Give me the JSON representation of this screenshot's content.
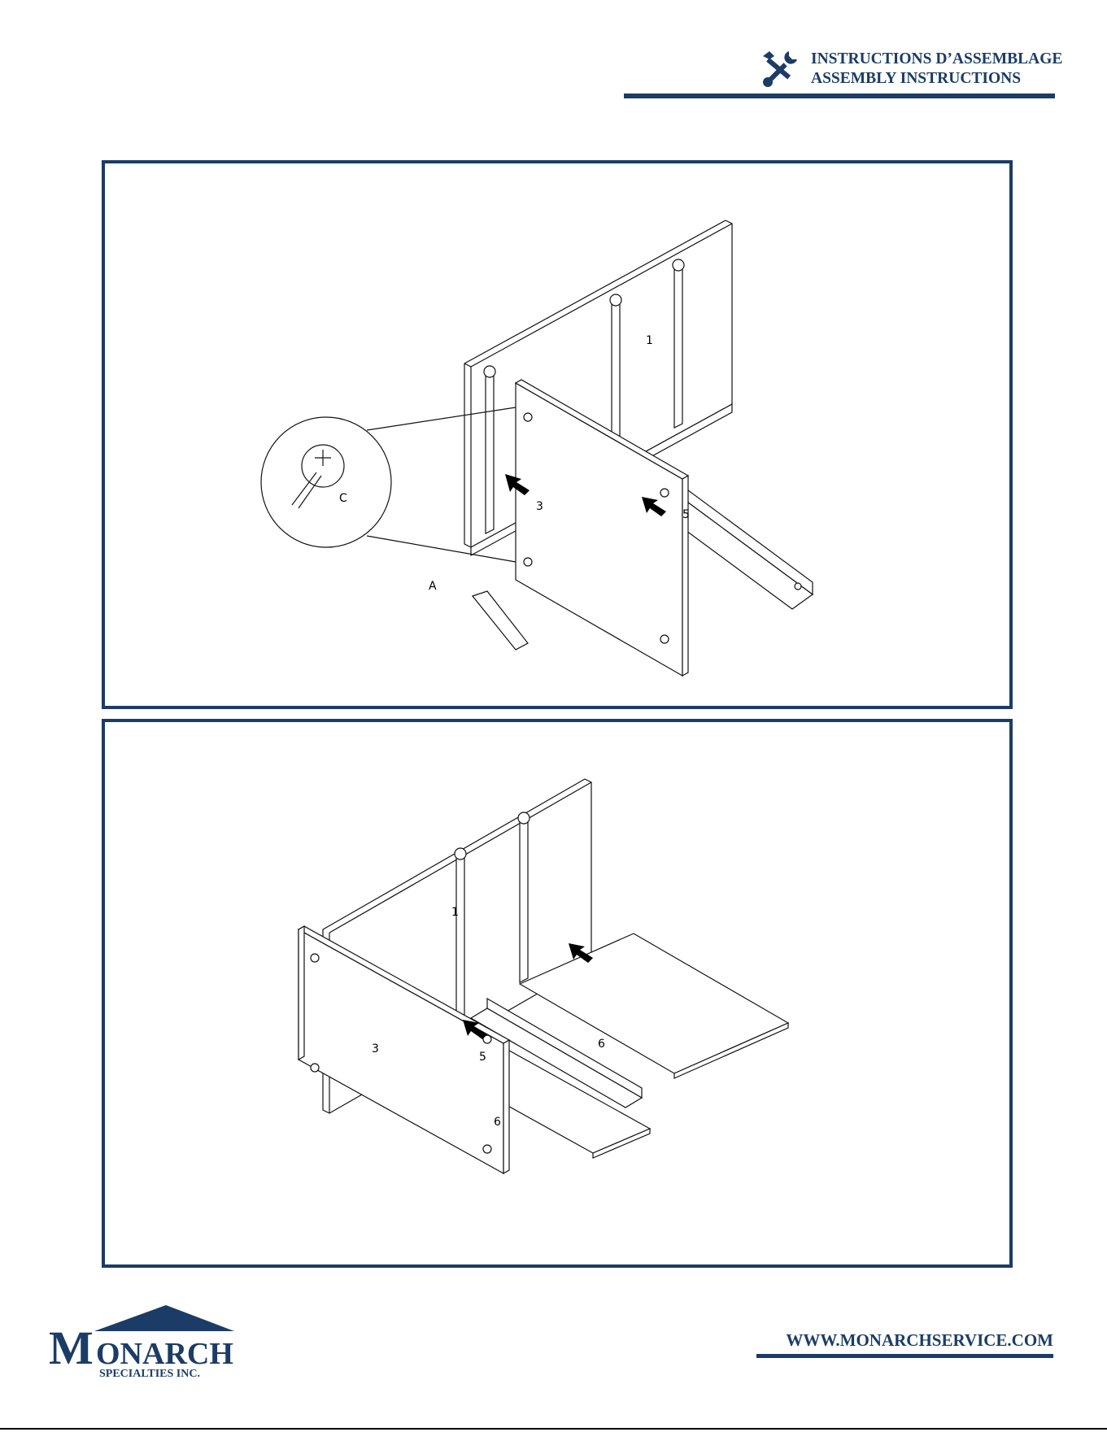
{
  "header": {
    "title_fr": "INSTRUCTIONS D’ASSEMBLAGE",
    "title_en": "ASSEMBLY INSTRUCTIONS",
    "icon": "tools-icon"
  },
  "step1": {
    "part_labels": [
      "1",
      "3",
      "5"
    ],
    "hardware_labels": [
      "A",
      "C"
    ]
  },
  "step2": {
    "part_labels": [
      "1",
      "3",
      "5",
      "6",
      "6"
    ]
  },
  "footer": {
    "logo_text": "MONARCH",
    "logo_sub": "SPECIALTIES INC.",
    "website": "WWW.MONARCHSERVICE.COM"
  },
  "colors": {
    "brand": "#1b3c66"
  }
}
